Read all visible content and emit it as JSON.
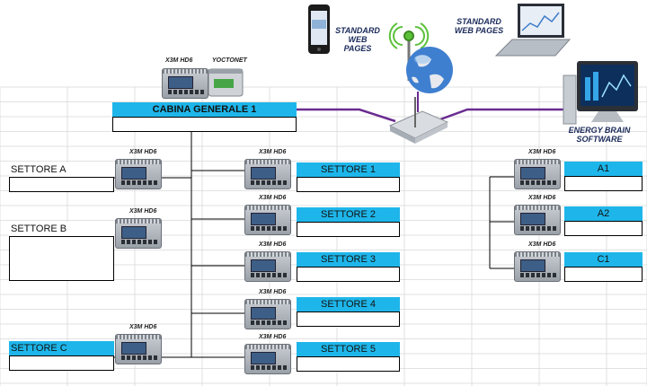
{
  "main_box": "CABINA GENERALE 1",
  "left_boxes": [
    {
      "text": "SETTORE  A",
      "cyan": false
    },
    {
      "text": "SETTORE  B",
      "cyan": false
    },
    {
      "text": "SETTORE C",
      "cyan": true
    }
  ],
  "mid_boxes": [
    "SETTORE  1",
    "SETTORE  2",
    "SETTORE  3",
    "SETTORE  4",
    "SETTORE  5"
  ],
  "right_boxes": [
    "A1",
    "A2",
    "C1"
  ],
  "device_labels": {
    "meter": "X3M HD6",
    "yoctonet": "YOCTONET"
  },
  "web_pages_label": [
    "STANDARD",
    "WEB PAGES"
  ],
  "software_label": [
    "ENERGY BRAIN",
    "SOFTWARE"
  ],
  "colors": {
    "cyan": "#1eb6ea",
    "network_line": "#6a2c91",
    "grid": "#d9d9d9"
  },
  "icons": [
    "smartphone-icon",
    "wifi-antenna-icon",
    "globe-icon",
    "router-icon",
    "laptop-icon",
    "desktop-computer-icon",
    "meter-device-icon"
  ]
}
